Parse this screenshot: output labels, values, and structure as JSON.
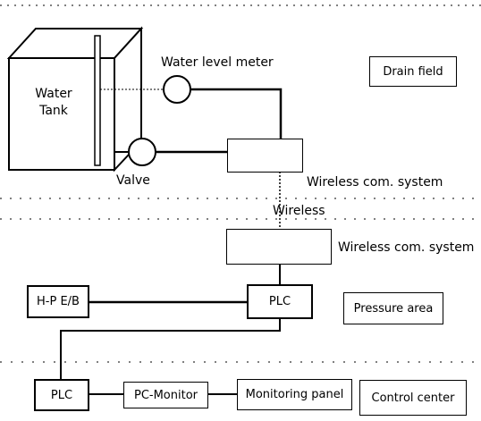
{
  "labels": {
    "water_tank": "Water\nTank",
    "water_level_meter": "Water level meter",
    "drain_field": "Drain field",
    "valve": "Valve",
    "wireless_com_top": "Wireless com. system",
    "wireless": "Wireless",
    "wireless_com_bottom": "Wireless com. system",
    "hp_eb": "H-P E/B",
    "plc_pressure": "PLC",
    "pressure_area": "Pressure area",
    "plc_control": "PLC",
    "pc_monitor": "PC-Monitor",
    "monitoring_panel": "Monitoring panel",
    "control_center": "Control center"
  }
}
